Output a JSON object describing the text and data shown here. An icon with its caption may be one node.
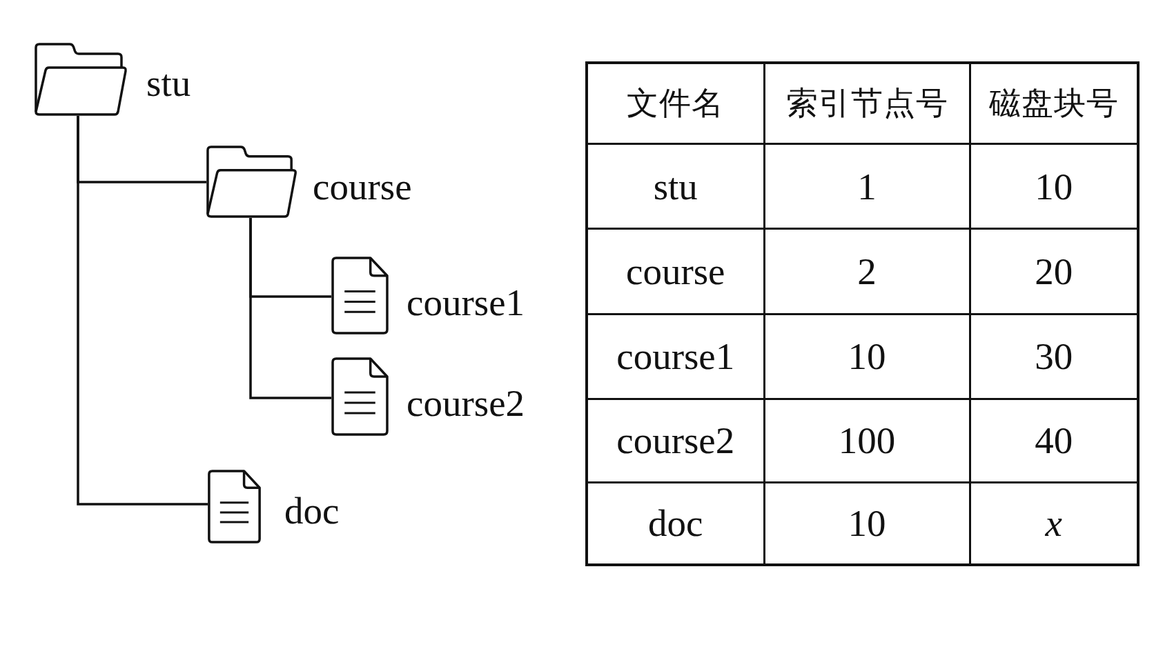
{
  "diagram": {
    "nodes": [
      {
        "text": [],
        "shape": "folder",
        "beside": [
          "stu"
        ]
      },
      {
        "text": [],
        "shape": "folder",
        "beside": [
          "course"
        ]
      },
      {
        "text": [],
        "shape": "document",
        "beside": [
          "course1"
        ]
      },
      {
        "text": [],
        "shape": "document",
        "beside": [
          "course2"
        ]
      },
      {
        "text": [],
        "shape": "document",
        "beside": [
          "doc"
        ]
      }
    ],
    "edges": [
      {
        "from": 0,
        "to": 1,
        "arrow": "none"
      },
      {
        "from": 1,
        "to": 2,
        "arrow": "none"
      },
      {
        "from": 1,
        "to": 3,
        "arrow": "none"
      },
      {
        "from": 0,
        "to": 4,
        "arrow": "none"
      }
    ],
    "labels": [
      "文件名",
      "索引节点号",
      "磁盘块号",
      "stu",
      "1",
      "10",
      "course",
      "2",
      "20",
      "course1",
      "10",
      "30",
      "course2",
      "100",
      "40",
      "doc",
      "10",
      "x"
    ]
  }
}
